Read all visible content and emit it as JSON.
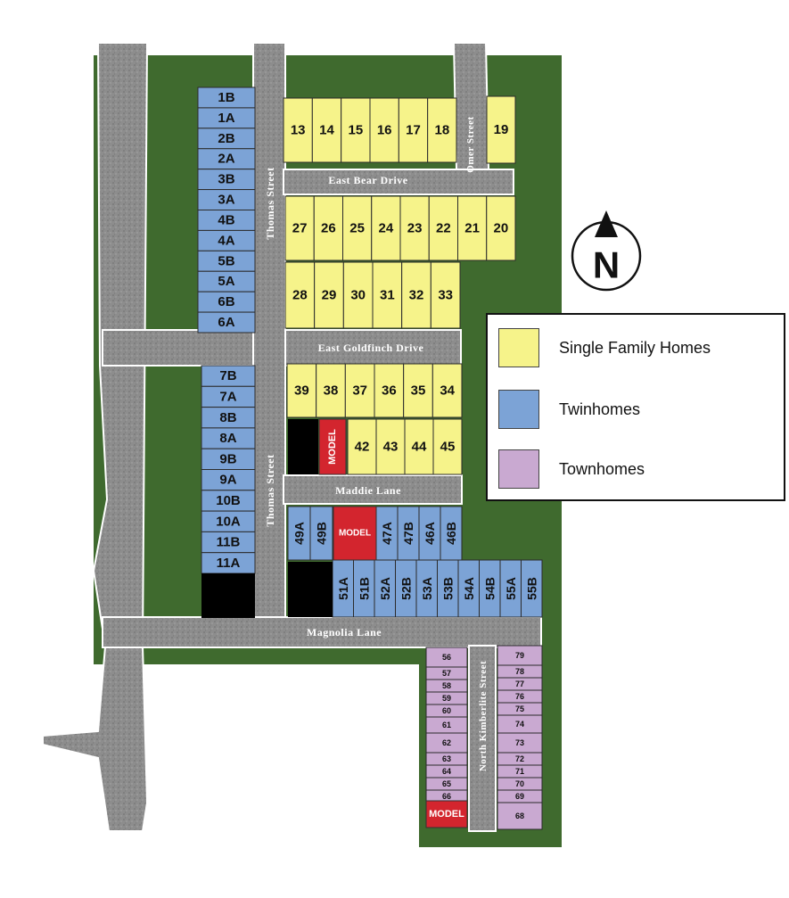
{
  "colors": {
    "single_family": "#f6f38a",
    "twinhome": "#7ca3d6",
    "townhome": "#c9a9d1",
    "model": "#d3252e",
    "grass": "#3f6a2e",
    "road": "#8d8d8d"
  },
  "streets": {
    "thomas_north": "Thomas Street",
    "thomas_south": "Thomas Street",
    "east_bear": "East Bear Drive",
    "omer": "Omer Street",
    "east_goldfinch": "East Goldfinch Drive",
    "maddie": "Maddie Lane",
    "magnolia": "Magnolia Lane",
    "north_kimberlite": "North Kimberlite Street"
  },
  "compass": {
    "letter": "N"
  },
  "model_label": "MODEL",
  "legend": {
    "single_family": "Single Family Homes",
    "twinhomes": "Twinhomes",
    "townhomes": "Townhomes"
  },
  "lots": {
    "twin_west_north": [
      "1B",
      "1A",
      "2B",
      "2A",
      "3B",
      "3A",
      "4B",
      "4A",
      "5B",
      "5A",
      "6B",
      "6A"
    ],
    "twin_west_south": [
      "7B",
      "7A",
      "8B",
      "8A",
      "9B",
      "9A",
      "10B",
      "10A",
      "11B",
      "11A"
    ],
    "sf_bear_row": [
      "13",
      "14",
      "15",
      "16",
      "17",
      "18"
    ],
    "sf_19": "19",
    "sf_row_top": [
      "27",
      "26",
      "25",
      "24",
      "23",
      "22",
      "21",
      "20"
    ],
    "sf_row_second": [
      "28",
      "29",
      "30",
      "31",
      "32",
      "33"
    ],
    "sf_row_third": [
      "39",
      "38",
      "37",
      "36",
      "35",
      "34"
    ],
    "sf_row_fourth": [
      "42",
      "43",
      "44",
      "45"
    ],
    "twin_maddie_left": [
      "49A",
      "49B"
    ],
    "twin_maddie_right": [
      "47A",
      "47B",
      "46A",
      "46B"
    ],
    "twin_magnolia_row": [
      "51A",
      "51B",
      "52A",
      "52B",
      "53A",
      "53B",
      "54A",
      "54B",
      "55A",
      "55B"
    ],
    "town_west": [
      "56",
      "57",
      "58",
      "59",
      "60",
      "61",
      "62",
      "63",
      "64",
      "65",
      "66"
    ],
    "town_east": [
      "79",
      "78",
      "77",
      "76",
      "75",
      "74",
      "73",
      "72",
      "71",
      "70",
      "69",
      "68"
    ]
  }
}
